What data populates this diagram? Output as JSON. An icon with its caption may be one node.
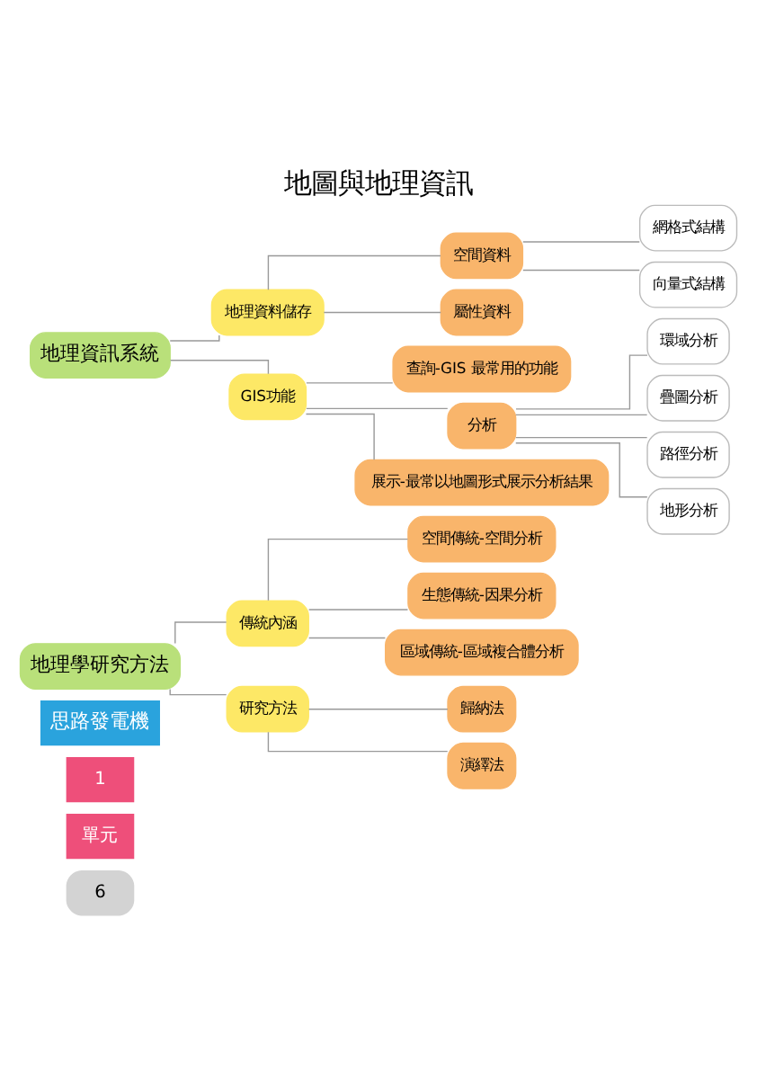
{
  "diagram": {
    "title": "地圖與地理資訊",
    "nodes": [
      {
        "text": [
          "地理學研究方法"
        ]
      },
      {
        "text": [
          "傳統內涵"
        ]
      },
      {
        "text": [
          "空間傳統-空間分析"
        ]
      },
      {
        "text": [
          "生態傳統-因果分析"
        ]
      },
      {
        "text": [
          "區域傳統-區域複合體分析"
        ]
      },
      {
        "text": [
          "研究方法"
        ]
      },
      {
        "text": [
          "歸納法"
        ]
      },
      {
        "text": [
          "演繹法"
        ]
      },
      {
        "text": [
          "地理資訊系統"
        ]
      },
      {
        "text": [
          "地理資料儲存"
        ]
      },
      {
        "text": [
          "空間資料"
        ]
      },
      {
        "text": [
          "網格式結構"
        ]
      },
      {
        "text": [
          "向量式結構"
        ]
      },
      {
        "text": [
          "屬性資料"
        ]
      },
      {
        "text": [
          "GIS功能"
        ]
      },
      {
        "text": [
          "查詢-GIS 最常用的功能"
        ]
      },
      {
        "text": [
          "分析"
        ]
      },
      {
        "text": [
          "環域分析"
        ]
      },
      {
        "text": [
          "疊圖分析"
        ]
      },
      {
        "text": [
          "路徑分析"
        ]
      },
      {
        "text": [
          "地形分析"
        ]
      },
      {
        "text": [
          "展示-最常以地圖形式展示分析結果"
        ]
      }
    ],
    "edges": [
      {
        "from": 0,
        "to": 1,
        "arrow": "none"
      },
      {
        "from": 1,
        "to": 2,
        "arrow": "none"
      },
      {
        "from": 1,
        "to": 3,
        "arrow": "none"
      },
      {
        "from": 1,
        "to": 4,
        "arrow": "none"
      },
      {
        "from": 0,
        "to": 5,
        "arrow": "none"
      },
      {
        "from": 5,
        "to": 6,
        "arrow": "none"
      },
      {
        "from": 5,
        "to": 7,
        "arrow": "none"
      },
      {
        "from": 8,
        "to": 9,
        "arrow": "none"
      },
      {
        "from": 9,
        "to": 10,
        "arrow": "none"
      },
      {
        "from": 10,
        "to": 11,
        "arrow": "none"
      },
      {
        "from": 10,
        "to": 12,
        "arrow": "none"
      },
      {
        "from": 9,
        "to": 13,
        "arrow": "none"
      },
      {
        "from": 8,
        "to": 14,
        "arrow": "none"
      },
      {
        "from": 14,
        "to": 15,
        "arrow": "none"
      },
      {
        "from": 14,
        "to": 16,
        "arrow": "none"
      },
      {
        "from": 16,
        "to": 17,
        "arrow": "none"
      },
      {
        "from": 16,
        "to": 18,
        "arrow": "none"
      },
      {
        "from": 16,
        "to": 19,
        "arrow": "none"
      },
      {
        "from": 16,
        "to": 20,
        "arrow": "none"
      },
      {
        "from": 14,
        "to": 21,
        "arrow": "none"
      }
    ],
    "labels": [
      "6",
      "單元",
      "1",
      "思路發電機"
    ]
  }
}
